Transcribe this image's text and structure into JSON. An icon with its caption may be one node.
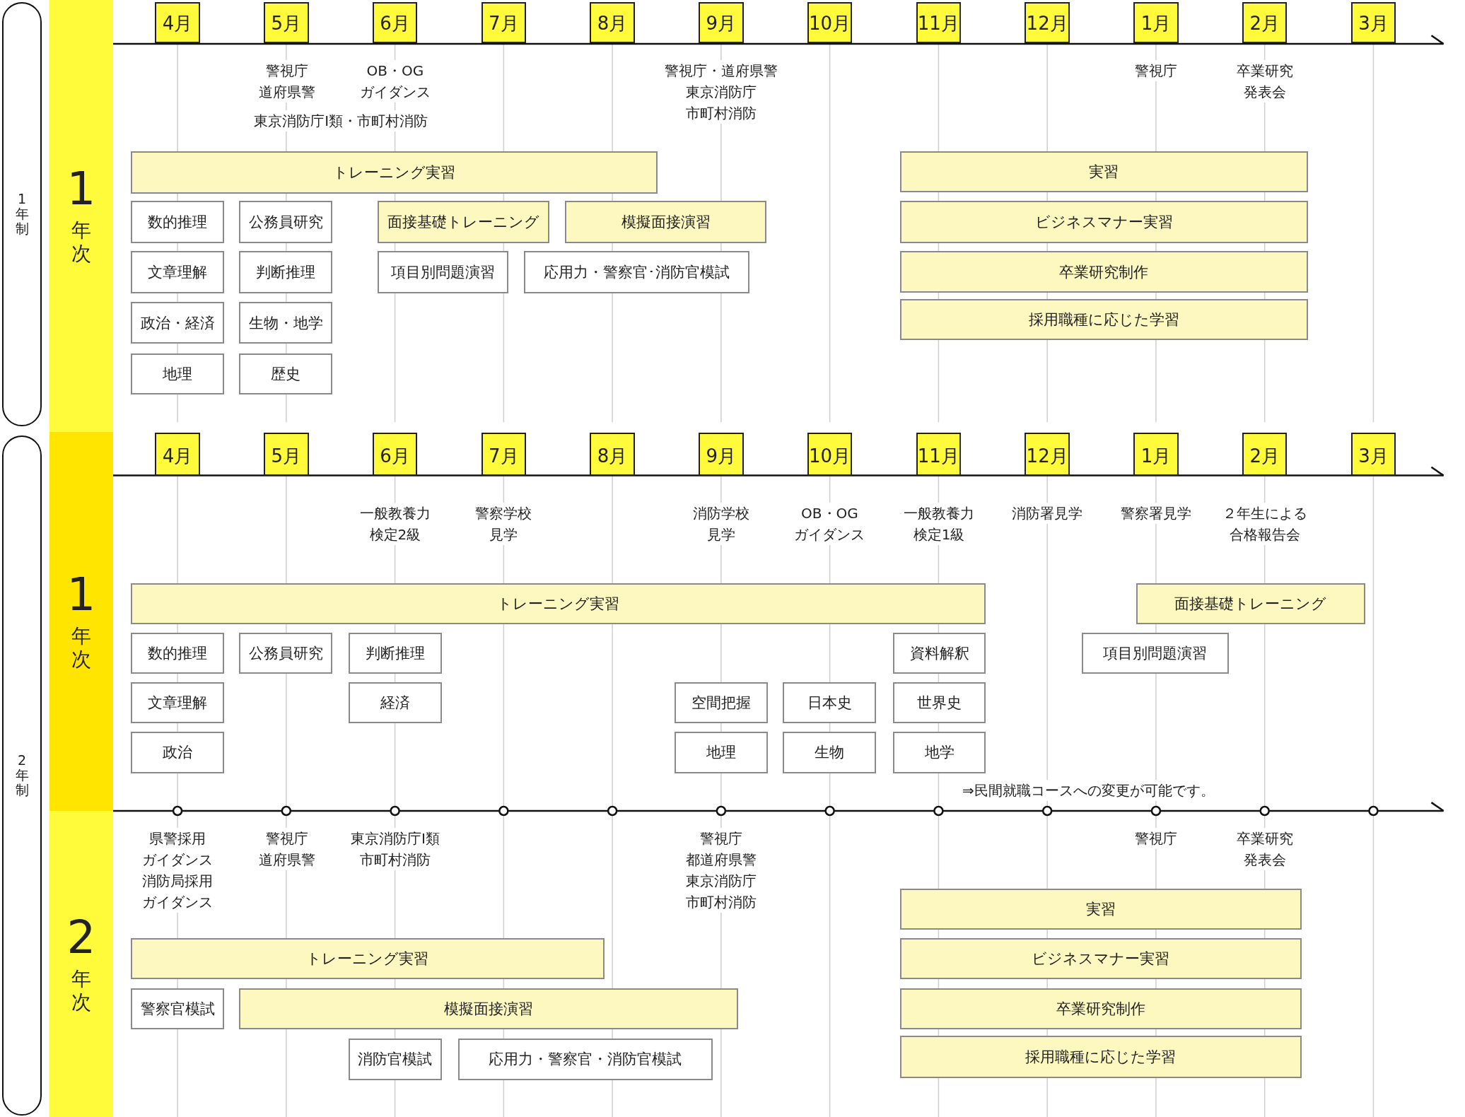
{
  "diagram": {
    "nodes": [
      {
        "text": [
          "1年制"
        ]
      },
      {
        "text": [
          "1",
          "年次"
        ]
      },
      {
        "text": [
          "4月"
        ]
      },
      {
        "text": [
          "5月"
        ]
      },
      {
        "text": [
          "6月"
        ]
      },
      {
        "text": [
          "7月"
        ]
      },
      {
        "text": [
          "8月"
        ]
      },
      {
        "text": [
          "9月"
        ]
      },
      {
        "text": [
          "10月"
        ]
      },
      {
        "text": [
          "11月"
        ]
      },
      {
        "text": [
          "12月"
        ]
      },
      {
        "text": [
          "1月"
        ]
      },
      {
        "text": [
          "2月"
        ]
      },
      {
        "text": [
          "3月"
        ]
      },
      {
        "text": [
          "トレーニング実習"
        ]
      },
      {
        "text": [
          "実習"
        ]
      },
      {
        "text": [
          "数的推理"
        ]
      },
      {
        "text": [
          "公務員研究"
        ]
      },
      {
        "text": [
          "面接基礎トレーニング"
        ]
      },
      {
        "text": [
          "模擬面接演習"
        ]
      },
      {
        "text": [
          "ビジネスマナー実習"
        ]
      },
      {
        "text": [
          "文章理解"
        ]
      },
      {
        "text": [
          "判断推理"
        ]
      },
      {
        "text": [
          "項目別問題演習"
        ]
      },
      {
        "text": [
          "応用力・警察官･消防官模試"
        ]
      },
      {
        "text": [
          "卒業研究制作"
        ]
      },
      {
        "text": [
          "政治・経済"
        ]
      },
      {
        "text": [
          "生物・地学"
        ]
      },
      {
        "text": [
          "採用職種に応じた学習"
        ]
      },
      {
        "text": [
          "地理"
        ]
      },
      {
        "text": [
          "歴史"
        ]
      },
      {
        "text": [
          "2年制"
        ]
      },
      {
        "text": [
          "1",
          "年次"
        ]
      },
      {
        "text": [
          "4月"
        ]
      },
      {
        "text": [
          "5月"
        ]
      },
      {
        "text": [
          "6月"
        ]
      },
      {
        "text": [
          "7月"
        ]
      },
      {
        "text": [
          "8月"
        ]
      },
      {
        "text": [
          "9月"
        ]
      },
      {
        "text": [
          "10月"
        ]
      },
      {
        "text": [
          "11月"
        ]
      },
      {
        "text": [
          "12月"
        ]
      },
      {
        "text": [
          "1月"
        ]
      },
      {
        "text": [
          "2月"
        ]
      },
      {
        "text": [
          "3月"
        ]
      },
      {
        "text": [
          "トレーニング実習"
        ]
      },
      {
        "text": [
          "面接基礎トレーニング"
        ]
      },
      {
        "text": [
          "数的推理"
        ]
      },
      {
        "text": [
          "公務員研究"
        ]
      },
      {
        "text": [
          "判断推理"
        ]
      },
      {
        "text": [
          "資料解釈"
        ]
      },
      {
        "text": [
          "項目別問題演習"
        ]
      },
      {
        "text": [
          "文章理解"
        ]
      },
      {
        "text": [
          "経済"
        ]
      },
      {
        "text": [
          "空間把握"
        ]
      },
      {
        "text": [
          "日本史"
        ]
      },
      {
        "text": [
          "世界史"
        ]
      },
      {
        "text": [
          "政治"
        ]
      },
      {
        "text": [
          "地理"
        ]
      },
      {
        "text": [
          "生物"
        ]
      },
      {
        "text": [
          "地学"
        ]
      },
      {
        "text": [
          "2",
          "年次"
        ]
      },
      {
        "text": [
          "実習"
        ]
      },
      {
        "text": [
          "トレーニング実習"
        ]
      },
      {
        "text": [
          "ビジネスマナー実習"
        ]
      },
      {
        "text": [
          "警察官模試"
        ]
      },
      {
        "text": [
          "模擬面接演習"
        ]
      },
      {
        "text": [
          "卒業研究制作"
        ]
      },
      {
        "text": [
          "消防官模試"
        ]
      },
      {
        "text": [
          "応用力・警察官・消防官模試"
        ]
      },
      {
        "text": [
          "採用職種に応じた学習"
        ]
      }
    ],
    "labels": [
      "警視庁道府県警",
      "OB・OGガイダンス",
      "東京消防庁Ⅰ類・市町村消防",
      "警視庁・道府県警東京消防庁市町村消防",
      "警視庁",
      "卒業研究発表会",
      "一般教養力検定2級",
      "警察学校見学",
      "消防学校見学",
      "OB・OGガイダンス",
      "一般教養力検定1級",
      "消防署見学",
      "警察署見学",
      "２年生による合格報告会",
      "⇒民間就職コースへの変更が可能です。",
      "県警採用ガイダンス消防局採用ガイダンス",
      "警視庁道府県警",
      "東京消防庁Ⅰ類市町村消防",
      "警視庁都道府県警東京消防庁市町村消防",
      "警視庁",
      "卒業研究発表会"
    ]
  }
}
